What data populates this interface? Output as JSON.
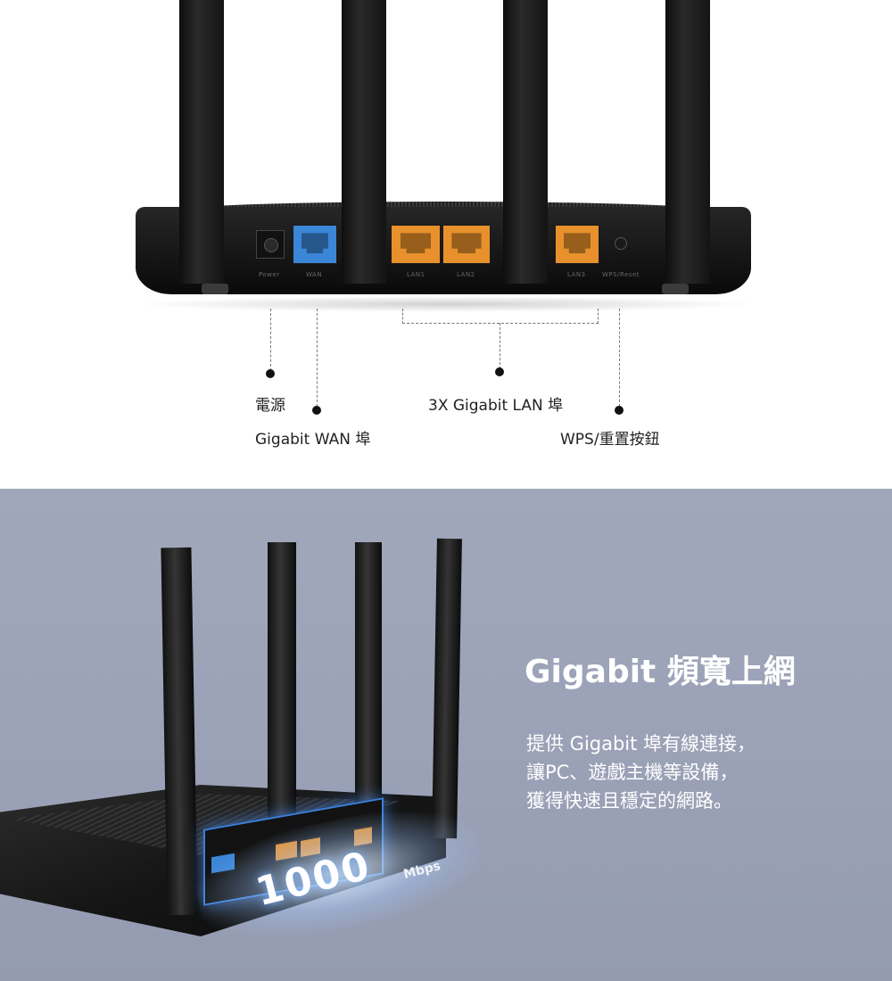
{
  "callouts": {
    "power": "電源",
    "wan": "Gigabit WAN 埠",
    "lan": "3X Gigabit LAN 埠",
    "wps": "WPS/重置按鈕"
  },
  "port_labels": {
    "power": "Power",
    "wan": "WAN",
    "lan1": "LAN1",
    "lan2": "LAN2",
    "lan3": "LAN3",
    "wps": "WPS/Reset"
  },
  "feature": {
    "title": "Gigabit 頻寬上網",
    "lines": [
      "提供 Gigabit 埠有線連接，",
      "讓PC、遊戲主機等設備，",
      "獲得快速且穩定的網路。"
    ]
  },
  "speed": {
    "value": "1000",
    "unit": "Mbps"
  },
  "colors": {
    "wan_port": "#3b86d6",
    "lan_port": "#e8912c",
    "panel_bg": "#9ea4b8",
    "glow": "#3b7fd9"
  }
}
